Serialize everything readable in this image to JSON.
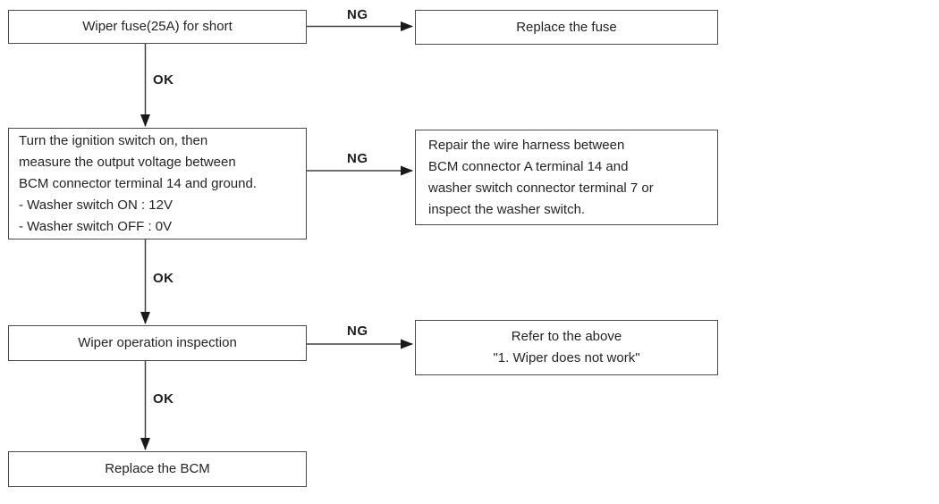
{
  "flowchart": {
    "colors": {
      "ink": "#242424",
      "line": "#3f3f3f",
      "border": "#4a4a4a",
      "background": "#ffffff"
    },
    "nodes": {
      "check_fuse": "Wiper fuse(25A) for short",
      "replace_fuse": "Replace the fuse",
      "check_voltage": "Turn the ignition switch on, then\nmeasure the output voltage between\nBCM connector terminal 14 and ground.\n- Washer switch ON : 12V\n- Washer switch OFF : 0V",
      "repair_harness": "Repair the wire harness between\nBCM connector A terminal 14 and\nwasher switch connector terminal 7 or\ninspect the washer switch.",
      "check_wiper_operation": "Wiper operation inspection",
      "refer_above": "Refer to the above\n\"1. Wiper does not work\"",
      "replace_bcm": "Replace the BCM"
    },
    "connector_labels": {
      "ok": "OK",
      "ng": "NG"
    }
  }
}
